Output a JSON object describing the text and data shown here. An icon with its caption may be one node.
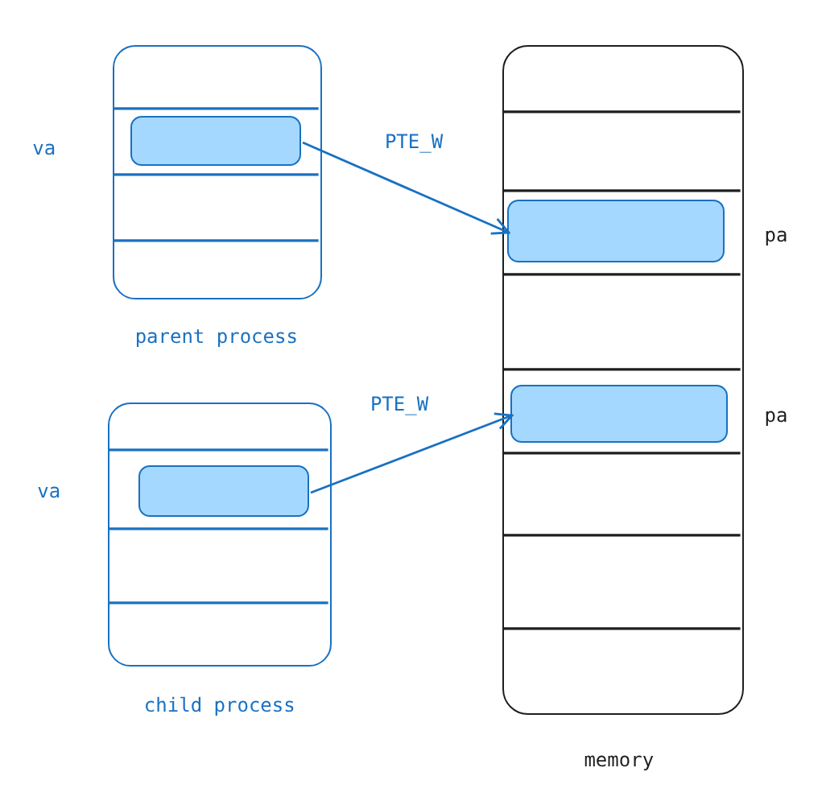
{
  "diagram": {
    "nodes": [
      {
        "text": [
          "parent process"
        ],
        "beside": [
          "va"
        ]
      },
      {
        "text": [],
        "shape": "box",
        "in": 0
      },
      {
        "text": [
          "child process"
        ],
        "beside": [
          "va"
        ]
      },
      {
        "text": [],
        "shape": "box",
        "in": 2
      },
      {
        "text": [
          "memory"
        ]
      },
      {
        "text": [],
        "shape": "box",
        "in": 4,
        "beside": [
          "pa"
        ]
      },
      {
        "text": [],
        "shape": "box",
        "in": 4,
        "beside": [
          "pa"
        ]
      }
    ],
    "edges": [
      {
        "from": 1,
        "to": 5,
        "arrow": "to",
        "label": "PTE_W"
      },
      {
        "from": 3,
        "to": 6,
        "arrow": "to",
        "label": "PTE_W"
      }
    ]
  }
}
